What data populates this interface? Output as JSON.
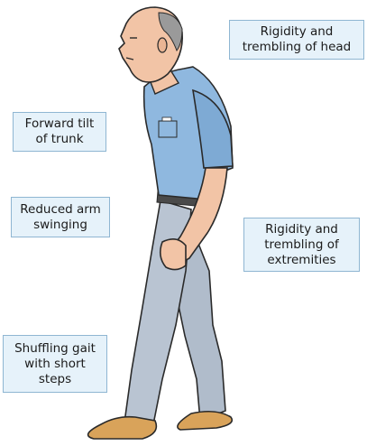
{
  "labels": {
    "head": [
      "Rigidity and",
      "trembling of head"
    ],
    "trunk": [
      "Forward tilt",
      "of trunk"
    ],
    "arm": [
      "Reduced arm",
      "swinging"
    ],
    "extremities": [
      "Rigidity and",
      "trembling of",
      "extremities"
    ],
    "gait": [
      "Shuffling gait",
      "with short",
      "steps"
    ]
  },
  "colors": {
    "shirt": "#8fb8df",
    "trousers": "#b9c4d2",
    "skin": "#f2c4a6",
    "shoe": "#d9a35a",
    "box_fill": "#e6f2fa",
    "box_border": "#8fb6d2"
  }
}
